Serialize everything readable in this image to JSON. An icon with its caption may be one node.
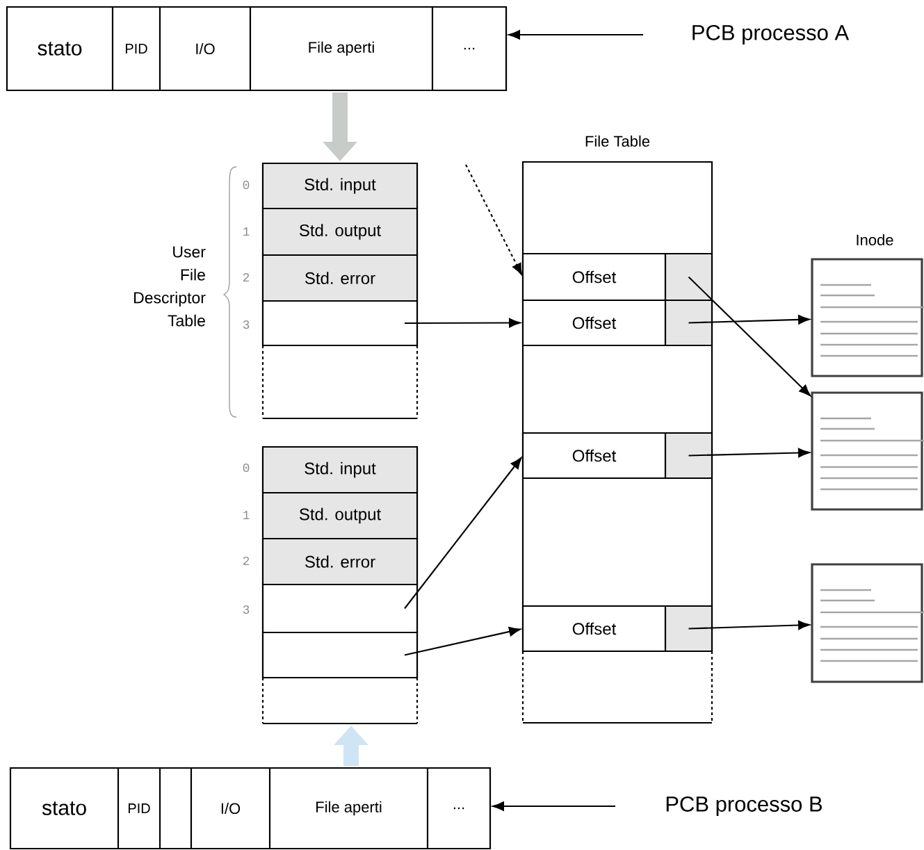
{
  "diagram": {
    "nodes": [
      {
        "text": [],
        "shape": "box"
      },
      {
        "text": [
          "stato"
        ],
        "in": 0
      },
      {
        "text": [
          "PID"
        ],
        "in": 0
      },
      {
        "text": [
          "I/O"
        ],
        "in": 0
      },
      {
        "text": [
          "File aperti"
        ],
        "in": 0
      },
      {
        "text": [
          "..."
        ],
        "in": 0
      },
      {
        "text": [
          "PCB processo A"
        ]
      },
      {
        "text": [],
        "shape": "box"
      },
      {
        "text": [
          "Std. input"
        ],
        "in": 7
      },
      {
        "text": [
          "Std. output"
        ],
        "in": 7
      },
      {
        "text": [
          "Std. error"
        ],
        "in": 7
      },
      {
        "text": [],
        "shape": "box",
        "in": 7
      },
      {
        "text": [
          "File Table"
        ]
      },
      {
        "text": [
          "Offset"
        ],
        "in": 12
      },
      {
        "text": [],
        "shape": "box",
        "in": 12
      },
      {
        "text": [
          "Offset"
        ],
        "in": 12
      },
      {
        "text": [],
        "shape": "box",
        "in": 12
      },
      {
        "text": [
          "Offset"
        ],
        "in": 12
      },
      {
        "text": [],
        "shape": "box",
        "in": 12
      },
      {
        "text": [
          "Offset"
        ],
        "in": 12
      },
      {
        "text": [],
        "shape": "box",
        "in": 12
      },
      {
        "text": [],
        "shape": "document"
      },
      {
        "text": [],
        "shape": "document"
      },
      {
        "text": [],
        "shape": "document"
      },
      {
        "text": [],
        "shape": "box"
      },
      {
        "text": [
          "Std. input"
        ],
        "in": 24
      },
      {
        "text": [
          "Std. output"
        ],
        "in": 24
      },
      {
        "text": [
          "Std. error"
        ],
        "in": 24
      },
      {
        "text": [],
        "shape": "box",
        "in": 24
      },
      {
        "text": [],
        "shape": "box",
        "in": 24
      },
      {
        "text": [],
        "shape": "box"
      },
      {
        "text": [
          "stato"
        ],
        "in": 30
      },
      {
        "text": [
          "PID"
        ],
        "in": 30
      },
      {
        "text": [
          "I/O"
        ],
        "in": 30
      },
      {
        "text": [
          "File aperti"
        ],
        "in": 30
      },
      {
        "text": [
          "..."
        ],
        "in": 30
      },
      {
        "text": [
          "PCB processo B"
        ]
      }
    ],
    "edges": [
      {
        "from": null,
        "to": 13,
        "arrow": "to",
        "style": "dashed"
      },
      {
        "from": 11,
        "to": 15,
        "arrow": "to"
      },
      {
        "from": 14,
        "to": 22,
        "arrow": "to"
      },
      {
        "from": 16,
        "to": 21,
        "arrow": "to"
      },
      {
        "from": 28,
        "to": 17,
        "arrow": "to"
      },
      {
        "from": 29,
        "to": 19,
        "arrow": "to"
      },
      {
        "from": 18,
        "to": 22,
        "arrow": "to"
      },
      {
        "from": 20,
        "to": 23,
        "arrow": "to"
      },
      {
        "from": 6,
        "to": 0,
        "arrow": "to"
      },
      {
        "from": 36,
        "to": 30,
        "arrow": "to"
      },
      {
        "from": 0,
        "to": 7,
        "arrow": "to",
        "style": "thick",
        "color": "#c8ccc8"
      },
      {
        "from": 30,
        "to": 24,
        "arrow": "to",
        "style": "thick",
        "color": "#cfe5f3"
      }
    ],
    "labels": [
      "User File Descriptor Table",
      "0",
      "1",
      "2",
      "3",
      "Inode",
      "0",
      "1",
      "2",
      "3"
    ]
  }
}
